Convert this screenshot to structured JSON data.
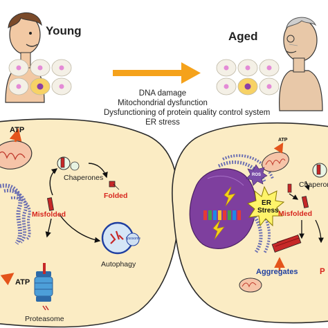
{
  "header": {
    "young_label": "Young",
    "aged_label": "Aged"
  },
  "causes": [
    "DNA damage",
    "Mitochondrial dysfunction",
    "Dysfunctioning of protein quality control system",
    "ER stress"
  ],
  "young_cell": {
    "atp_top": "ATP",
    "atp_bottom": "ATP",
    "chaperones": "Chaperones",
    "folded": "Folded",
    "misfolded": "Misfolded",
    "lysosome": "lysosome",
    "autophagy": "Autophagy",
    "proteasome": "Proteasome"
  },
  "aged_cell": {
    "atp": "ATP",
    "ros": "ROS",
    "er_stress_line1": "ER",
    "er_stress_line2": "Stress",
    "chaperones": "Chaperon",
    "misfolded": "Misfolded",
    "aggregates": "Aggregates",
    "cut_label": "P"
  },
  "colors": {
    "arrow": "#f5a21b",
    "cell_fill": "#fbecc4",
    "cell_stroke": "#2a2a2a",
    "nucleus": "#7e3f9e",
    "er_purple": "#6b6fb2",
    "red_label": "#d7261e",
    "blue_label": "#1f3fa0",
    "lightning": "#f3d11c",
    "proteasome": "#4d9fd9"
  }
}
